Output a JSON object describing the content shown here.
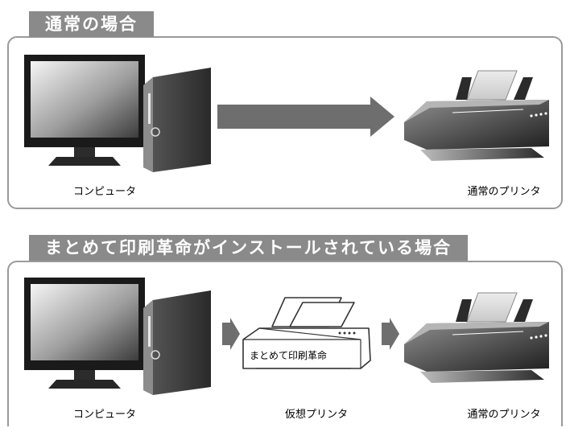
{
  "sections": [
    {
      "heading": "通常の場合",
      "items": [
        {
          "icon": "computer-icon",
          "label": "コンピュータ"
        },
        {
          "icon": "printer-icon",
          "label": "通常のプリンタ"
        }
      ]
    },
    {
      "heading": "まとめて印刷革命がインストールされている場合",
      "items": [
        {
          "icon": "computer-icon",
          "label": "コンピュータ"
        },
        {
          "icon": "virtual-printer-icon",
          "label": "仮想プリンタ",
          "box_text": "まとめて印刷革命"
        },
        {
          "icon": "printer-icon",
          "label": "通常のプリンタ"
        }
      ]
    }
  ],
  "colors": {
    "tab": "#8a8a8a",
    "border": "#9a9a9a",
    "arrow": "#6e6e6e"
  }
}
